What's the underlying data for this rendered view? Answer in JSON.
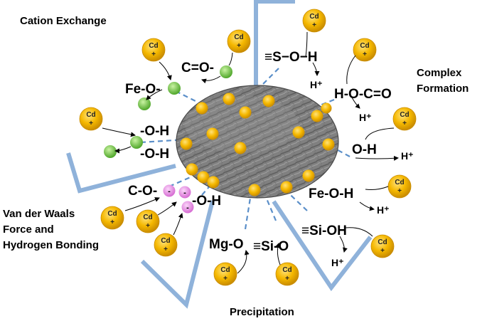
{
  "labels": {
    "cation_exchange": "Cation Exchange",
    "complex_formation_1": "Complex",
    "complex_formation_2": "Formation",
    "van_der_waals_1": "Van der Waals",
    "van_der_waals_2": "Force and",
    "van_der_waals_3": "Hydrogen Bonding",
    "precipitation": "Precipitation"
  },
  "ion": {
    "symbol": "Cd",
    "charge": "+"
  },
  "negative_charge": "-",
  "groups": {
    "c_o": "C=O-",
    "fe_o": "Fe-O-",
    "s_o_h": "≡S−O−H",
    "h_plus": "H⁺",
    "h_o_c_o": "H-O-C=O",
    "oh": "-O-H",
    "o_h": "O-H",
    "fe_o_h": "Fe-O-H",
    "si_oh": "≡Si-OH",
    "c_o_neg": "C-O-",
    "mg_o": "Mg-O",
    "si_o": "≡Si-O"
  },
  "colors": {
    "cd_ion": "#f5b800",
    "exchange_ion": "#7ed24a",
    "negative_site": "#e98ce6",
    "bond_line": "#5b8fc9",
    "wall": "#8fb2da",
    "surface": "#7a7a7a"
  }
}
